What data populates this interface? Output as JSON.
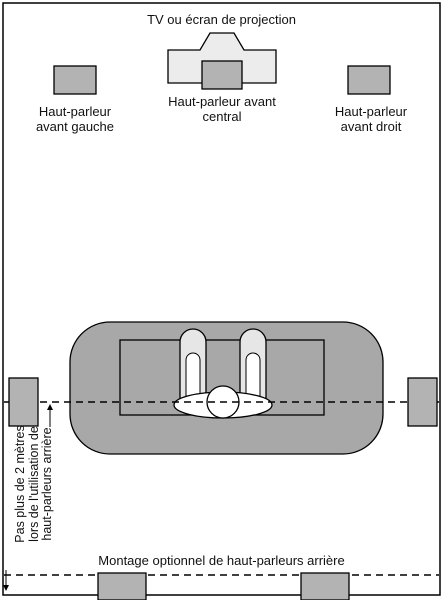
{
  "labels": {
    "tv": "TV ou écran de projection",
    "front_left_line1": "Haut-parleur",
    "front_left_line2": "avant gauche",
    "front_center_line1": "Haut-parleur avant",
    "front_center_line2": "central",
    "front_right_line1": "Haut-parleur",
    "front_right_line2": "avant droit",
    "rear_distance_line1": "Pas plus de 2 mètres",
    "rear_distance_line2": "lors de l'utilisation de",
    "rear_distance_line3": "haut-parleurs arrière",
    "optional_rear": "Montage optionnel de haut-parleurs arrière"
  },
  "colors": {
    "speaker_fill": "#b3b3b3",
    "sofa_fill": "#a8a8a8",
    "tv_fill": "#ececec",
    "outline": "#000000",
    "background": "#ffffff"
  }
}
